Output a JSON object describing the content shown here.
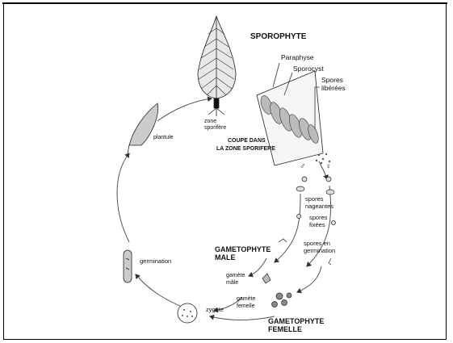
{
  "labels": {
    "sporophyte": "SPOROPHYTE",
    "paraphyse": "Paraphyse",
    "sporocyst": "Sporocyst",
    "spores_liberees_1": "Spores",
    "spores_liberees_2": "libérées",
    "zone_sporifere_1": "zone",
    "zone_sporifere_2": "sporifère",
    "coupe_1": "COUPE DANS",
    "coupe_2": "LA ZONE SPORIFERE",
    "plantule": "plantule",
    "spores_nageantes_1": "spores",
    "spores_nageantes_2": "nageantes",
    "spores_fixees_1": "spores",
    "spores_fixees_2": "fixées",
    "spores_germination_1": "spores en",
    "spores_germination_2": "germination",
    "gametophyte_male_1": "GAMETOPHYTE",
    "gametophyte_male_2": "MALE",
    "germination": "germination",
    "gamete_male_1": "gamète",
    "gamete_male_2": "mâle",
    "gamete_femelle_1": "gamète",
    "gamete_femelle_2": "femelle",
    "zygote": "zygote",
    "gametophyte_femelle_1": "GAMETOPHYTE",
    "gametophyte_femelle_2": "FEMELLE",
    "male_symbol": "♂",
    "female_symbol": "♀"
  }
}
